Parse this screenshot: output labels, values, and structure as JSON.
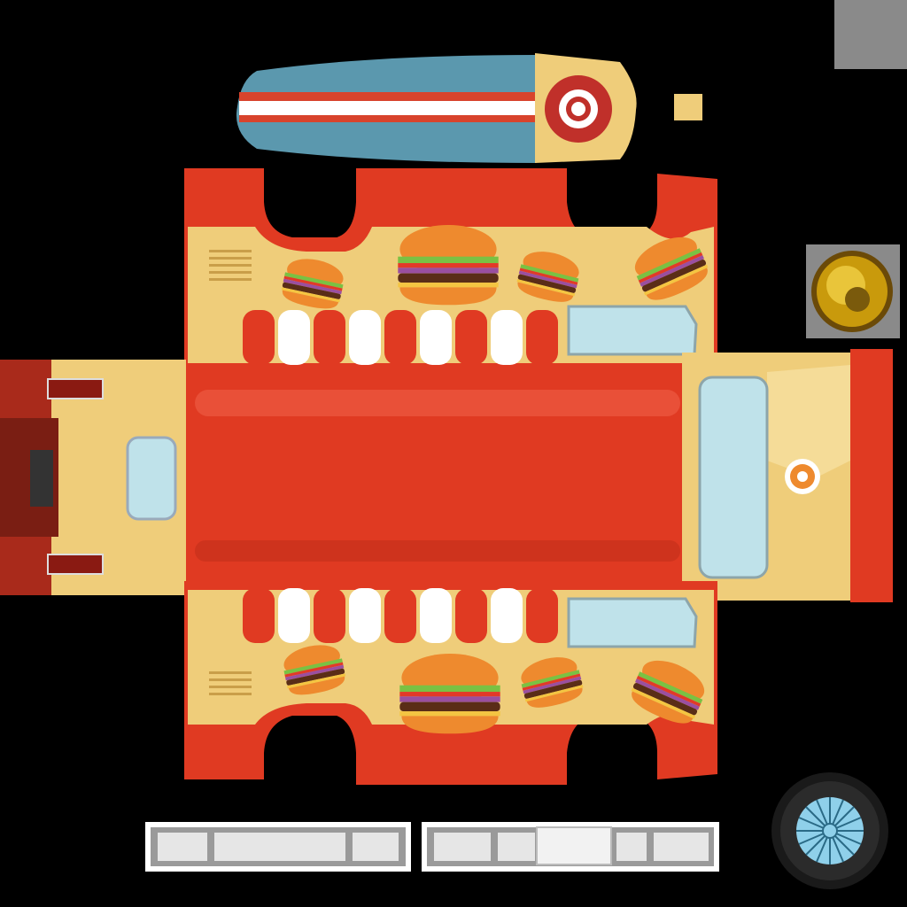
{
  "colors": {
    "background": "#000000",
    "body_red": "#e03a22",
    "body_red_dark": "#a92a1b",
    "body_yellow": "#efcd7a",
    "yellow_light": "#f5dc98",
    "window_blue": "#bfe2ea",
    "board_blue": "#5b98ae",
    "white": "#ffffff",
    "gray_square": "#8a8a8a",
    "coin_gold": "#c99a0c",
    "tire_dark": "#1a1a1a",
    "hub_blue": "#8fd0ea",
    "bumper_gray": "#bdbdbd"
  },
  "parts": {
    "surfboard": "surfboard-with-target-emblem",
    "van_body": "food-truck-body-net",
    "burger_icon": "burger-icon",
    "coin_icon": "gold-coin-icon",
    "wheel_icon": "wheel-icon",
    "emblem_icon": "round-emblem-icon",
    "bumpers": [
      "front-bumper",
      "rear-bumper"
    ]
  }
}
